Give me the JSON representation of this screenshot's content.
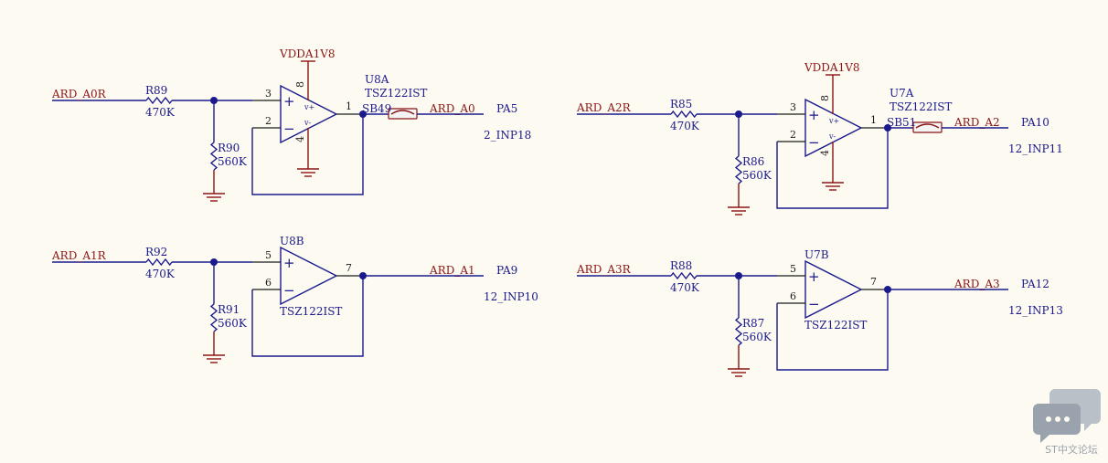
{
  "amplifiers": [
    {
      "id": "a0",
      "input_net": "ARD_A0R",
      "series_resistor": {
        "ref": "R89",
        "value": "470K"
      },
      "shunt_resistor": {
        "ref": "R90",
        "value": "560K"
      },
      "opamp": {
        "ref": "U8A",
        "part": "TSZ122IST",
        "pin_plus": "3",
        "pin_minus": "2",
        "pin_out": "1",
        "pin_vcc": "8",
        "pin_gnd": "4",
        "supply_marks": {
          "plus": "v+",
          "minus": "v-"
        }
      },
      "supply_net": "VDDA1V8",
      "solder_bridge": "SB49",
      "output_net": "ARD_A0",
      "port": "PA5",
      "port_function": "2_INP18"
    },
    {
      "id": "a1",
      "input_net": "ARD_A1R",
      "series_resistor": {
        "ref": "R92",
        "value": "470K"
      },
      "shunt_resistor": {
        "ref": "R91",
        "value": "560K"
      },
      "opamp": {
        "ref": "U8B",
        "part": "TSZ122IST",
        "pin_plus": "5",
        "pin_minus": "6",
        "pin_out": "7"
      },
      "output_net": "ARD_A1",
      "port": "PA9",
      "port_function": "12_INP10"
    },
    {
      "id": "a2",
      "input_net": "ARD_A2R",
      "series_resistor": {
        "ref": "R85",
        "value": "470K"
      },
      "shunt_resistor": {
        "ref": "R86",
        "value": "560K"
      },
      "opamp": {
        "ref": "U7A",
        "part": "TSZ122IST",
        "pin_plus": "3",
        "pin_minus": "2",
        "pin_out": "1",
        "pin_vcc": "8",
        "pin_gnd": "4",
        "supply_marks": {
          "plus": "v+",
          "minus": "v-"
        }
      },
      "supply_net": "VDDA1V8",
      "solder_bridge": "SB51",
      "output_net": "ARD_A2",
      "port": "PA10",
      "port_function": "12_INP11"
    },
    {
      "id": "a3",
      "input_net": "ARD_A3R",
      "series_resistor": {
        "ref": "R88",
        "value": "470K"
      },
      "shunt_resistor": {
        "ref": "R87",
        "value": "560K"
      },
      "opamp": {
        "ref": "U7B",
        "part": "TSZ122IST",
        "pin_plus": "5",
        "pin_minus": "6",
        "pin_out": "7"
      },
      "output_net": "ARD_A3",
      "port": "PA12",
      "port_function": "12_INP13"
    }
  ],
  "signs": {
    "plus": "+",
    "minus": "−"
  },
  "colors": {
    "wire": "#1a1a8c",
    "net_label": "#8b1414",
    "power_ground": "#8b1414",
    "background": "#fdfaf2"
  },
  "watermark": {
    "icon": "chat-bubbles-icon",
    "text": "ST中文论坛"
  }
}
